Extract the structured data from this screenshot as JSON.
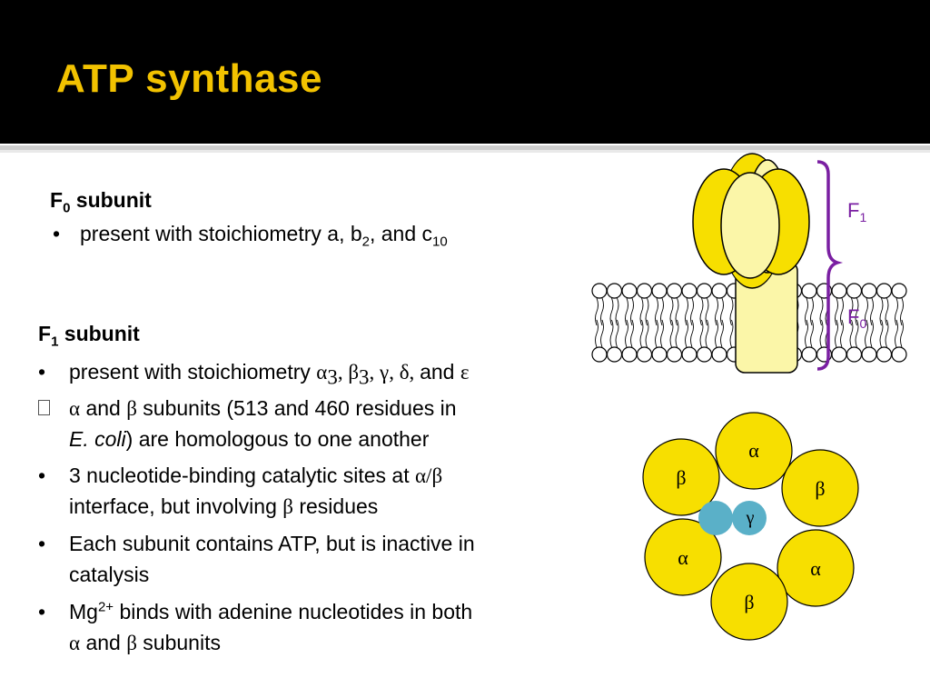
{
  "title": "ATP synthase",
  "f0_section": {
    "heading": "F",
    "heading_sub": "0",
    "heading_rest": " subunit",
    "bullet_marker": "•",
    "line_pre": "present with stoichiometry a, b",
    "line_sub1": "2",
    "line_mid": ", and c",
    "line_sub2": "10"
  },
  "f1_section": {
    "heading": "F",
    "heading_sub": "1",
    "heading_rest": " subunit",
    "bullets": [
      {
        "marker": "•",
        "pre": "present with stoichiometry ",
        "greek": "α",
        "g_sub": "3",
        "sep1": ", ",
        "greek2": "β",
        "g2_sub": "3",
        "rest": ", γ, δ,  ",
        "and": "and ",
        "eps": "ε"
      },
      {
        "marker": "",
        "a": "α",
        "and1": " and ",
        "b": "β",
        "line1_rest": " subunits (513 and 460 residues in",
        "line2_italic": "E. coli",
        "line2_rest": ") are homologous to one another"
      },
      {
        "marker": "•",
        "line1_pre": "3 nucleotide-binding catalytic sites at ",
        "ab": "α/β",
        "line2_pre": "interface, but involving ",
        "b": "β",
        "line2_rest": " residues"
      },
      {
        "marker": "•",
        "line1": "Each subunit contains ATP, but is inactive in",
        "line2": "catalysis"
      },
      {
        "marker": "•",
        "line1_pre": "Mg",
        "sup": "2+",
        "line1_rest": " binds with adenine nucleotides in both",
        "a": "α",
        "and": " and ",
        "b": "β",
        "line2_rest": " subunits"
      }
    ]
  },
  "diagram": {
    "label_f1": "F",
    "label_f1_sub": "1",
    "label_f0": "F",
    "label_f0_sub": "0",
    "ring": [
      "α",
      "β",
      "β",
      "α",
      "α",
      "β"
    ],
    "gamma": "γ"
  },
  "colors": {
    "title": "#f2c200",
    "yellow": "#f7df00",
    "pale_yellow": "#fbf6a8",
    "bracket": "#7a1fa2",
    "gamma_blue": "#5ab0c8"
  }
}
